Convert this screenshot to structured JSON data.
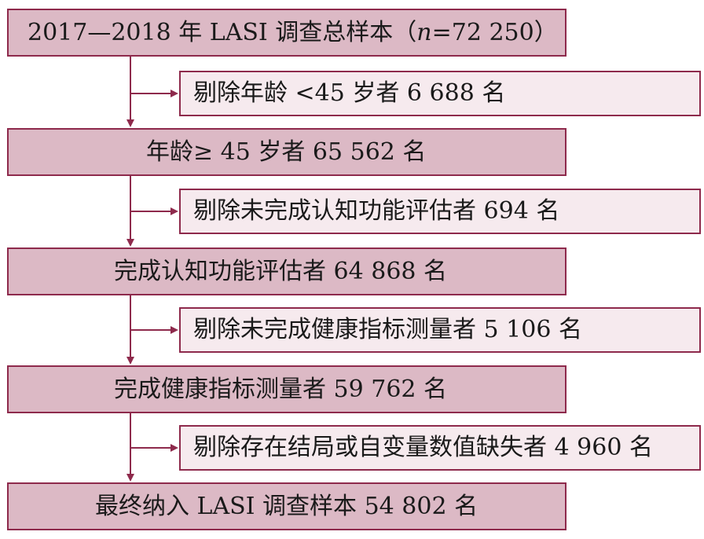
{
  "diagram": {
    "main_steps": [
      {
        "pre": "2017—2018 年 LASI 调查总样本（",
        "var": "n",
        "post": "=72 250）"
      },
      {
        "text": "年龄≥ 45 岁者 65 562 名"
      },
      {
        "text": "完成认知功能评估者 64 868 名"
      },
      {
        "text": "完成健康指标测量者 59 762 名"
      },
      {
        "text": "最终纳入 LASI 调查样本 54 802 名"
      }
    ],
    "exclusions": [
      {
        "text": "剔除年龄 <45 岁者 6 688 名"
      },
      {
        "text": "剔除未完成认知功能评估者 694 名"
      },
      {
        "text": "剔除未完成健康指标测量者 5 106 名"
      },
      {
        "text": "剔除存在结局或自变量数值缺失者 4 960 名"
      }
    ],
    "colors": {
      "border": "#8e2a4c",
      "main_fill": "#dcb9c5",
      "exclusion_fill": "#f6eaee",
      "arrow": "#8e2a4c"
    }
  }
}
